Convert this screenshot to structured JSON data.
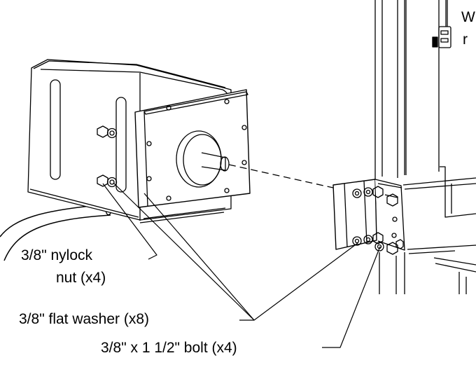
{
  "labels": {
    "nylock_line1": "3/8\" nylock",
    "nylock_line2": "nut (x4)",
    "flat_washer": "3/8\" flat washer (x8)",
    "bolt": "3/8\" x 1 1/2\" bolt (x4)",
    "cropped_top_1": "W",
    "cropped_top_2": "r"
  }
}
